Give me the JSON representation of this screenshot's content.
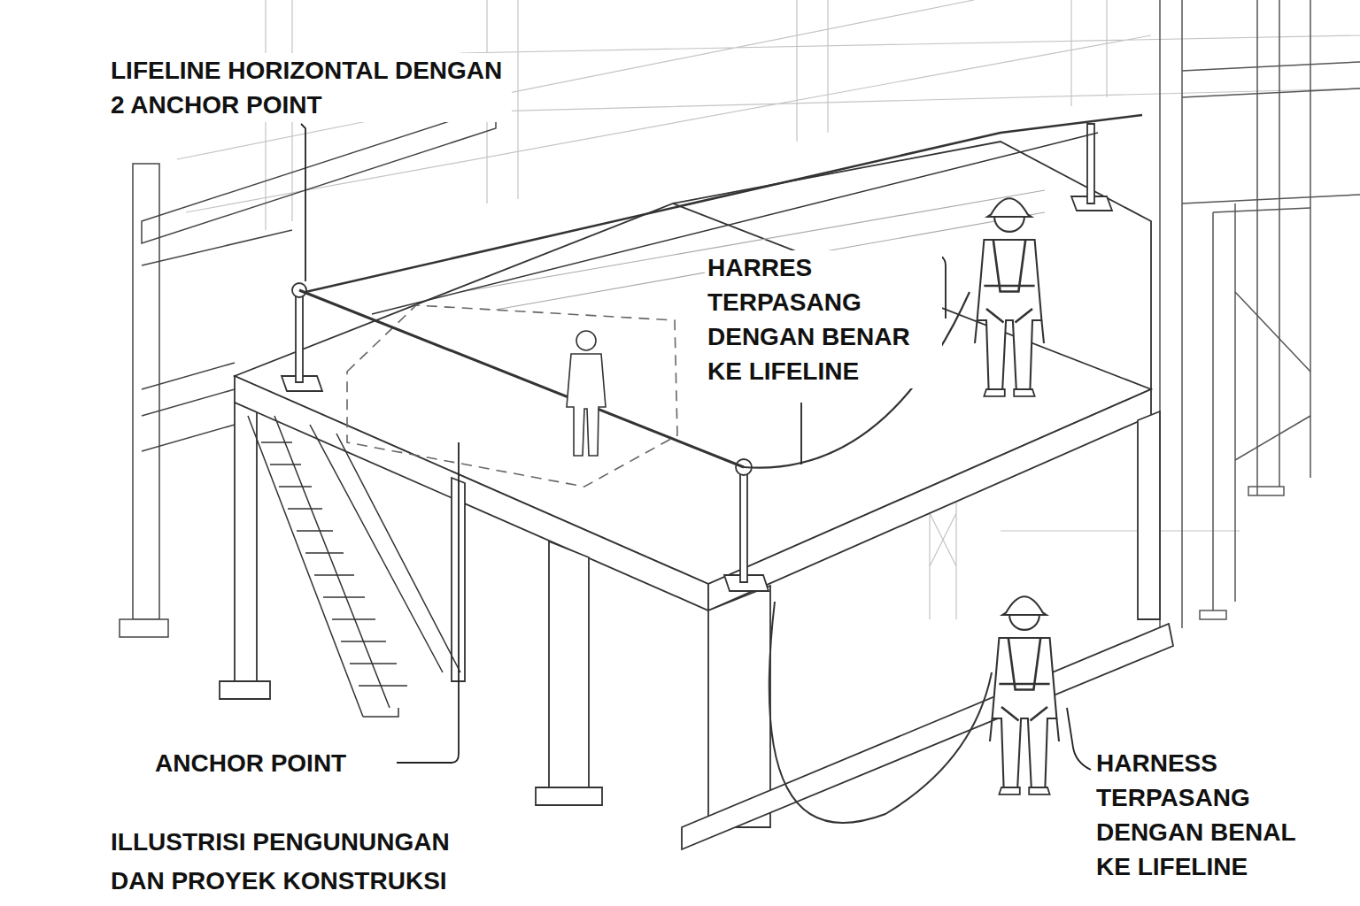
{
  "diagram": {
    "caption": "ILLUSTRISI PENGUNUNGAN DAN PROYEK KONSTRUKSI",
    "labels": [
      "LIFELINE HORIZONTAL DENGAN 2 ANCHOR POINT",
      "HARRES TERPASANG DENGAN BENAR KE LIFELINE",
      "ANCHOR POINT",
      "HARNESS TERPASANG DENGAN BENAL KE LIFELINE"
    ]
  }
}
